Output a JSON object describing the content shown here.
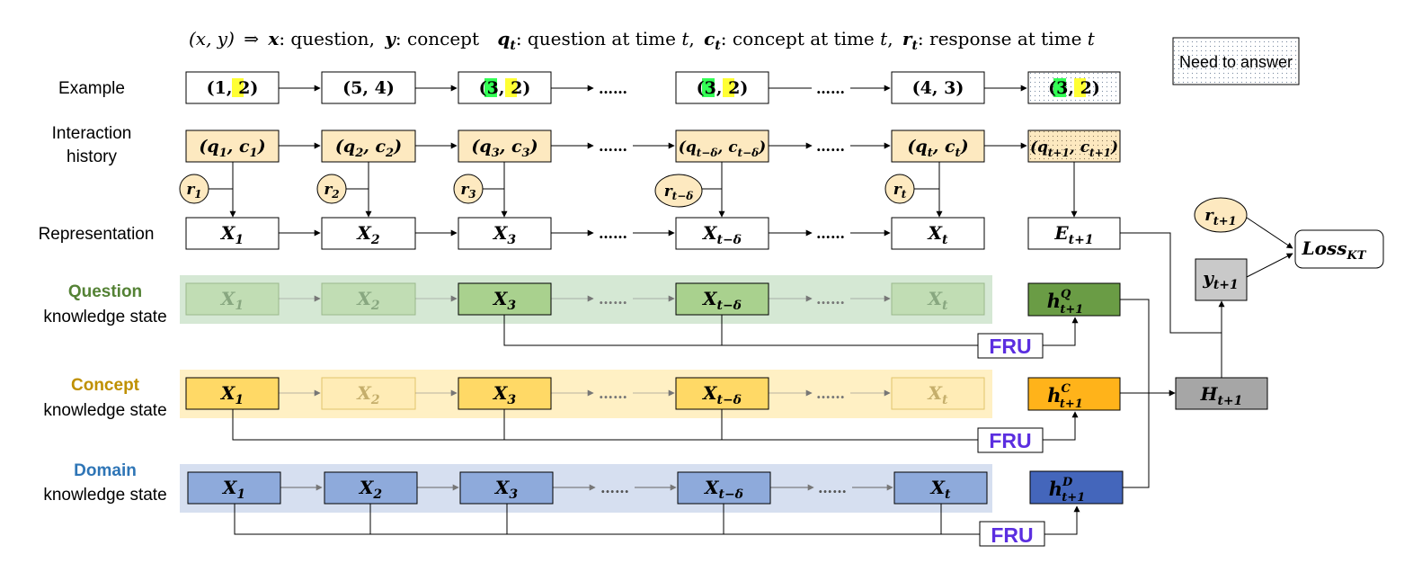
{
  "legend": {
    "pair": "(x, y)",
    "arrow": "⇒",
    "x": "x",
    "x_desc": ": question,",
    "y": "y",
    "y_desc": ": concept",
    "q": "q",
    "q_sub": "t",
    "q_desc": ": question at time ",
    "c": "c",
    "c_sub": "t",
    "c_desc": ": concept at time ",
    "r": "r",
    "r_sub": "t",
    "r_desc": ": response at time ",
    "t": "t",
    "comma": ","
  },
  "need_to_answer": "Need to answer",
  "row_labels": {
    "example": "Example",
    "interaction_1": "Interaction",
    "interaction_2": "history",
    "representation": "Representation",
    "question_1": "Question",
    "question_2": "knowledge state",
    "concept_1": "Concept",
    "concept_2": "knowledge state",
    "domain_1": "Domain",
    "domain_2": "knowledge state"
  },
  "examples": [
    {
      "a": "1",
      "b": "2"
    },
    {
      "a": "5",
      "b": "4"
    },
    {
      "a": "3",
      "b": "2"
    },
    {
      "a": "3",
      "b": "2"
    },
    {
      "a": "4",
      "b": "3"
    },
    {
      "a": "3",
      "b": "2"
    }
  ],
  "interactions": [
    {
      "q": "q",
      "c": "c",
      "sub": "1"
    },
    {
      "q": "q",
      "c": "c",
      "sub": "2"
    },
    {
      "q": "q",
      "c": "c",
      "sub": "3"
    },
    {
      "q": "q",
      "c": "c",
      "sub": "t−δ"
    },
    {
      "q": "q",
      "c": "c",
      "sub": "t"
    },
    {
      "q": "q",
      "c": "c",
      "sub": "t+1"
    }
  ],
  "responses": [
    {
      "base": "r",
      "sub": "1"
    },
    {
      "base": "r",
      "sub": "2"
    },
    {
      "base": "r",
      "sub": "3"
    },
    {
      "base": "r",
      "sub": "t−δ"
    },
    {
      "base": "r",
      "sub": "t"
    }
  ],
  "representations": [
    {
      "base": "X",
      "sub": "1"
    },
    {
      "base": "X",
      "sub": "2"
    },
    {
      "base": "X",
      "sub": "3"
    },
    {
      "base": "X",
      "sub": "t−δ"
    },
    {
      "base": "X",
      "sub": "t"
    },
    {
      "base": "E",
      "sub": "t+1"
    }
  ],
  "dots": "……",
  "question_row": [
    {
      "base": "X",
      "sub": "1"
    },
    {
      "base": "X",
      "sub": "2"
    },
    {
      "base": "X",
      "sub": "3"
    },
    {
      "base": "X",
      "sub": "t−δ"
    },
    {
      "base": "X",
      "sub": "t"
    }
  ],
  "concept_row": [
    {
      "base": "X",
      "sub": "1"
    },
    {
      "base": "X",
      "sub": "2"
    },
    {
      "base": "X",
      "sub": "3"
    },
    {
      "base": "X",
      "sub": "t−δ"
    },
    {
      "base": "X",
      "sub": "t"
    }
  ],
  "domain_row": [
    {
      "base": "X",
      "sub": "1"
    },
    {
      "base": "X",
      "sub": "2"
    },
    {
      "base": "X",
      "sub": "3"
    },
    {
      "base": "X",
      "sub": "t−δ"
    },
    {
      "base": "X",
      "sub": "t"
    }
  ],
  "fru": "FRU",
  "h_q": {
    "base": "h",
    "sub": "t+1",
    "sup": "Q"
  },
  "h_c": {
    "base": "h",
    "sub": "t+1",
    "sup": "C"
  },
  "h_d": {
    "base": "h",
    "sub": "t+1",
    "sup": "D"
  },
  "H": {
    "base": "H",
    "sub": "t+1"
  },
  "y": {
    "base": "y",
    "sub": "t+1"
  },
  "r_next": {
    "base": "r",
    "sub": "t+1"
  },
  "loss": {
    "base": "Loss",
    "sub": "KT"
  },
  "colors": {
    "question_band": "#d5e8d4",
    "question_label": "#548235",
    "concept_band": "#fff0c4",
    "concept_label": "#bf9000",
    "domain_band": "#d6dff0",
    "domain_label": "#2e75b6",
    "interaction_fill": "#fde9c0",
    "fru_text": "#5b2ee0",
    "hq": "#6a9c45",
    "hc": "#ffb31a",
    "hd": "#4466bb",
    "H": "#a6a6a6",
    "y": "#c9c9c9"
  }
}
